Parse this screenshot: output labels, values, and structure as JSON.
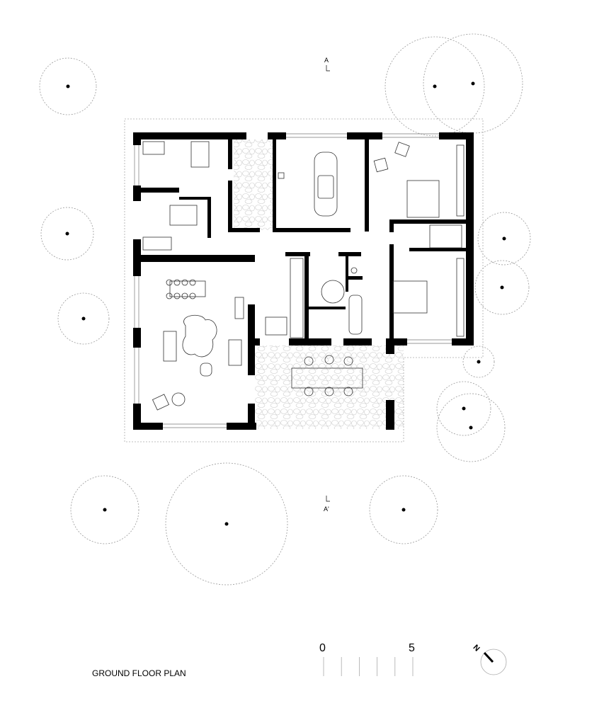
{
  "title": "GROUND FLOOR PLAN",
  "section_markers": {
    "top": "A",
    "bottom": "A'"
  },
  "scale_bar": {
    "start_label": "0",
    "end_label": "5",
    "divisions": 5
  },
  "north_arrow": {
    "label": "N"
  },
  "colors": {
    "walls": "#000000",
    "trees": "#999999",
    "furniture": "#333333"
  }
}
